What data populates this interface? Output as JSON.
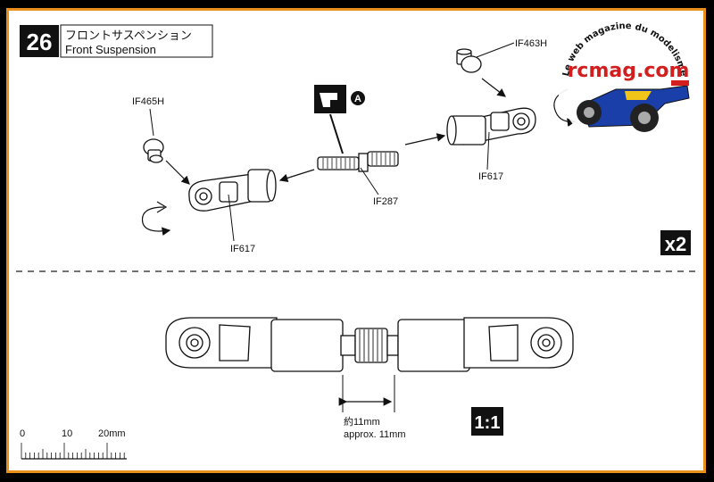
{
  "step": {
    "number": "26",
    "title_jp": "フロントサスペンション",
    "title_en": "Front Suspension"
  },
  "parts": {
    "ball_left": "IF465H",
    "ball_right": "IF463H",
    "end_left": "IF617",
    "end_right": "IF617",
    "turnbuckle": "IF287"
  },
  "tool_badge": "A",
  "quantity": "x2",
  "scale_badge": "1:1",
  "dimension": {
    "jp": "約11mm",
    "en": "approx. 11mm"
  },
  "ruler": {
    "ticks": [
      "0",
      "10",
      "20mm"
    ]
  },
  "watermark": {
    "brand": "rcmag.com",
    "tagline": "Le web magazine du modelisme"
  },
  "colors": {
    "border": "#e8901a",
    "background": "#000000",
    "logo_red": "#d21e1e",
    "logo_blue": "#1a3fa8"
  }
}
